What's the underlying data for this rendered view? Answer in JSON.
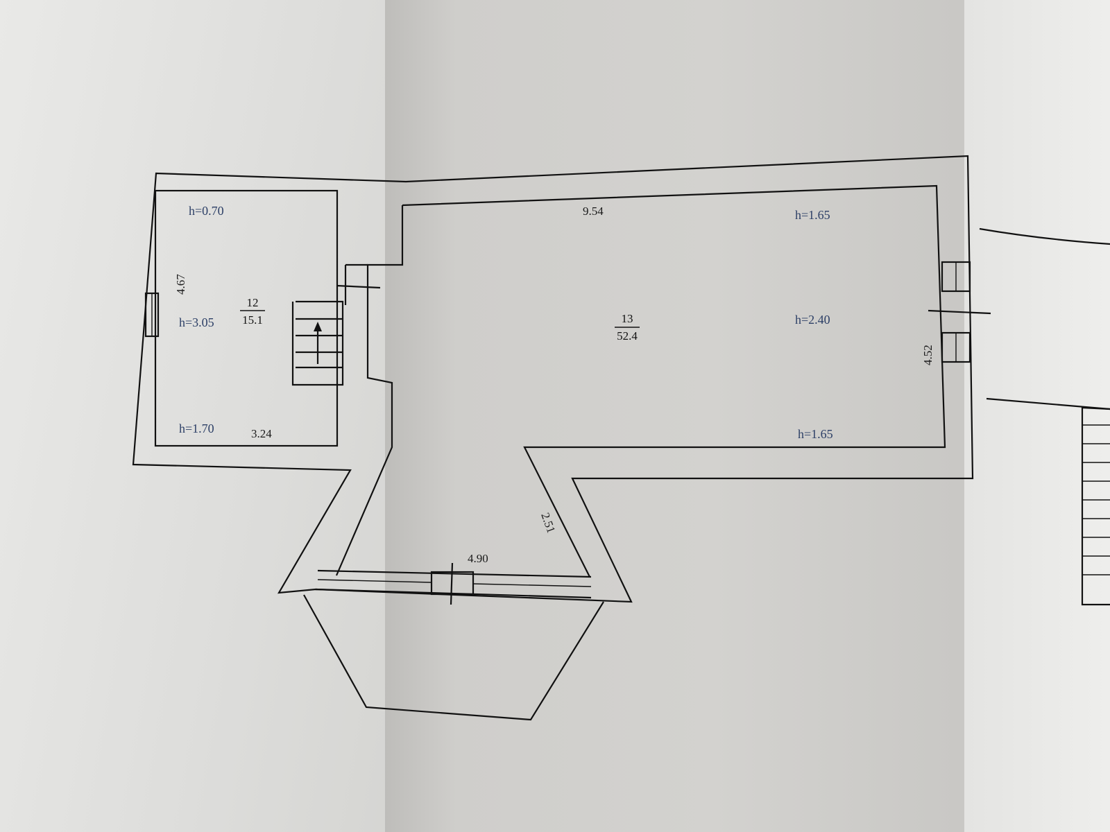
{
  "plan": {
    "rooms": [
      {
        "number": "12",
        "area": "15.1"
      },
      {
        "number": "13",
        "area": "52.4"
      }
    ],
    "heights": [
      {
        "text": "h=0.70"
      },
      {
        "text": "h=3.05"
      },
      {
        "text": "h=1.70"
      },
      {
        "text": "h=1.65"
      },
      {
        "text": "h=2.40"
      },
      {
        "text": "h=1.65"
      }
    ],
    "dimensions": [
      {
        "text": "4.67"
      },
      {
        "text": "3.24"
      },
      {
        "text": "9.54"
      },
      {
        "text": "4.52"
      },
      {
        "text": "2.51"
      },
      {
        "text": "4.90"
      }
    ]
  },
  "colors": {
    "paper_light": "#ececea",
    "paper_mid": "#d6d6d3",
    "paper_dark": "#c9c9c6",
    "ink": "#111111",
    "height_ink": "#2c3f66"
  }
}
